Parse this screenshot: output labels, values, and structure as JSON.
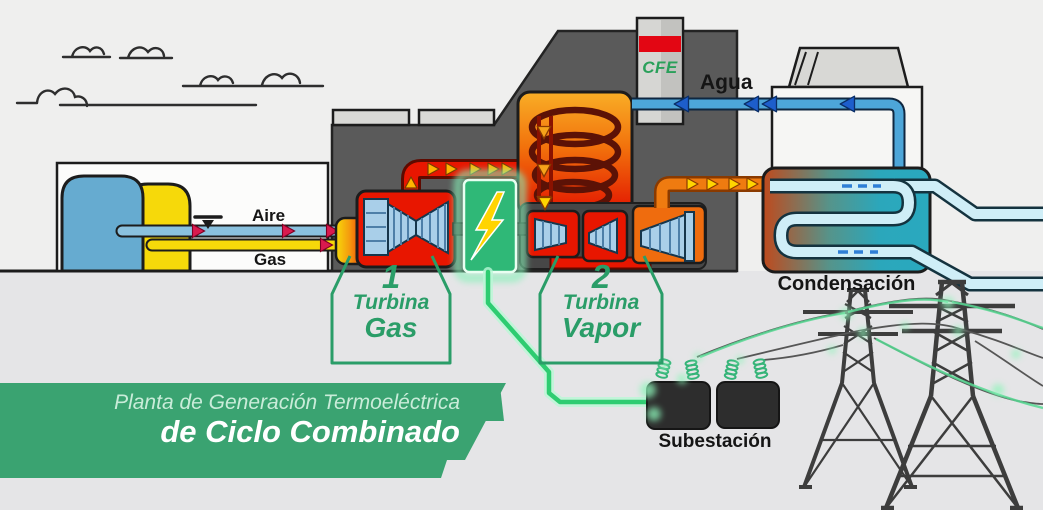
{
  "labels": {
    "aire": "Aire",
    "gas": "Gas",
    "agua": "Agua",
    "chimney_logo": "CFE",
    "condensation": "Condensación",
    "substation": "Subestación"
  },
  "tags": {
    "turbine_gas": {
      "number": "1",
      "type": "Turbina",
      "name": "Gas"
    },
    "turbine_steam": {
      "number": "2",
      "type": "Turbina",
      "name": "Vapor"
    }
  },
  "banner": {
    "line1": "Planta de Generación Termoeléctrica",
    "line2": "de Ciclo Combinado"
  },
  "icons": {
    "generator": "lightning-bolt"
  },
  "colors": {
    "accent_green": "#2a9d68",
    "banner_green": "#3aa371",
    "cfe_green": "#2aa05a",
    "hot_red": "#e81600",
    "exhaust_orange": "#ef6c0e",
    "gas_yellow": "#f6d90a",
    "water_blue": "#4da6d9",
    "cool_teal": "#2aa9bf",
    "generator_green": "#2fb877",
    "bolt_yellow": "#ffd400",
    "building_gray": "#5a5a5a",
    "energy_green": "#2ecc71"
  }
}
